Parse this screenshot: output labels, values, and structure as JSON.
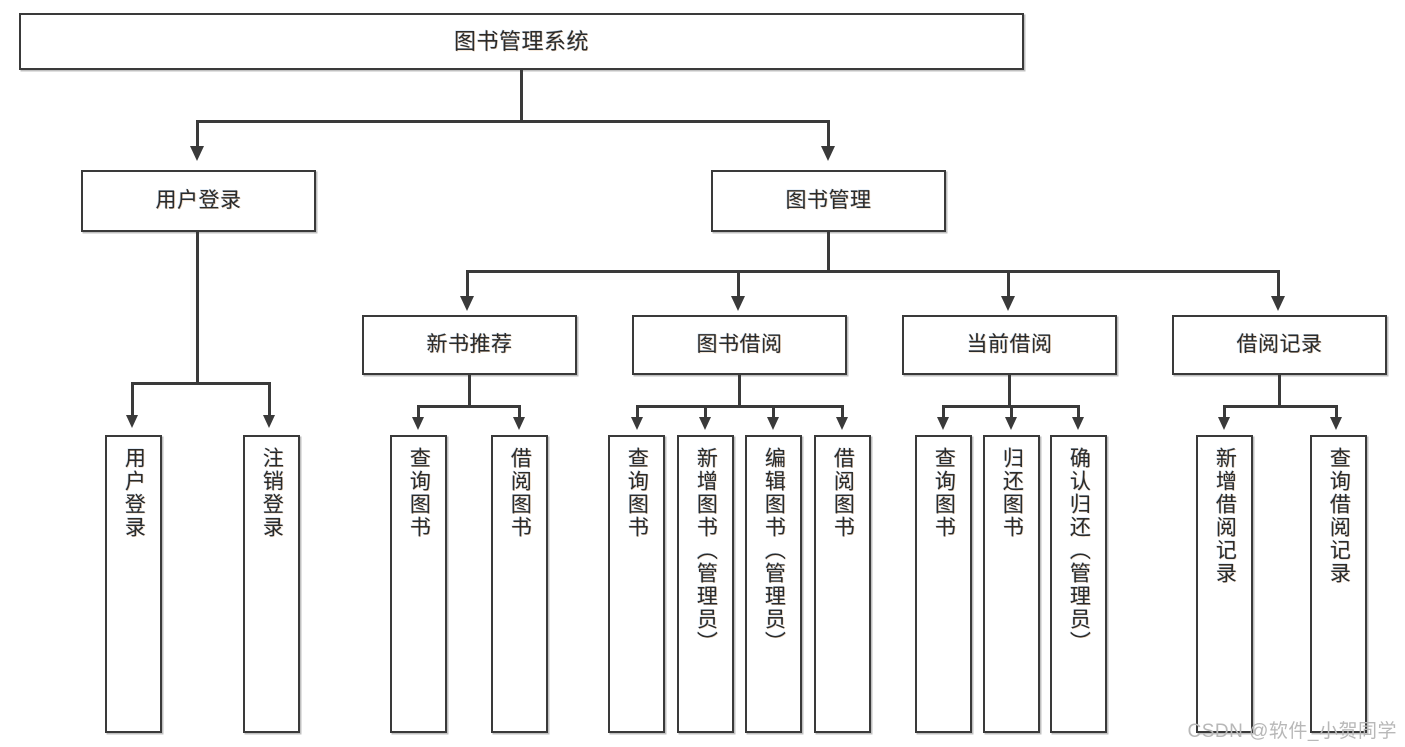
{
  "diagram": {
    "title": "图书管理系统",
    "type": "tree",
    "watermark": "CSDN @软件_小贺同学",
    "colors": {
      "stroke": "#3a3a3a",
      "fill": "#ffffff",
      "text": "#2b2b2b",
      "watermark": "#b8b8b8"
    },
    "root": {
      "label": "图书管理系统"
    },
    "level2": [
      {
        "label": "用户登录"
      },
      {
        "label": "图书管理"
      }
    ],
    "level3": [
      {
        "label": "新书推荐"
      },
      {
        "label": "图书借阅"
      },
      {
        "label": "当前借阅"
      },
      {
        "label": "借阅记录"
      }
    ],
    "leaves": {
      "user_login": [
        {
          "label": "用户登录"
        },
        {
          "label": "注销登录"
        }
      ],
      "new_book": [
        {
          "label": "查询图书"
        },
        {
          "label": "借阅图书"
        }
      ],
      "book_borrow": [
        {
          "label": "查询图书"
        },
        {
          "label": "新增图书（管理员）"
        },
        {
          "label": "编辑图书（管理员）"
        },
        {
          "label": "借阅图书"
        }
      ],
      "current_borrow": [
        {
          "label": "查询图书"
        },
        {
          "label": "归还图书"
        },
        {
          "label": "确认归还（管理员）"
        }
      ],
      "borrow_record": [
        {
          "label": "新增借阅记录"
        },
        {
          "label": "查询借阅记录"
        }
      ]
    }
  }
}
